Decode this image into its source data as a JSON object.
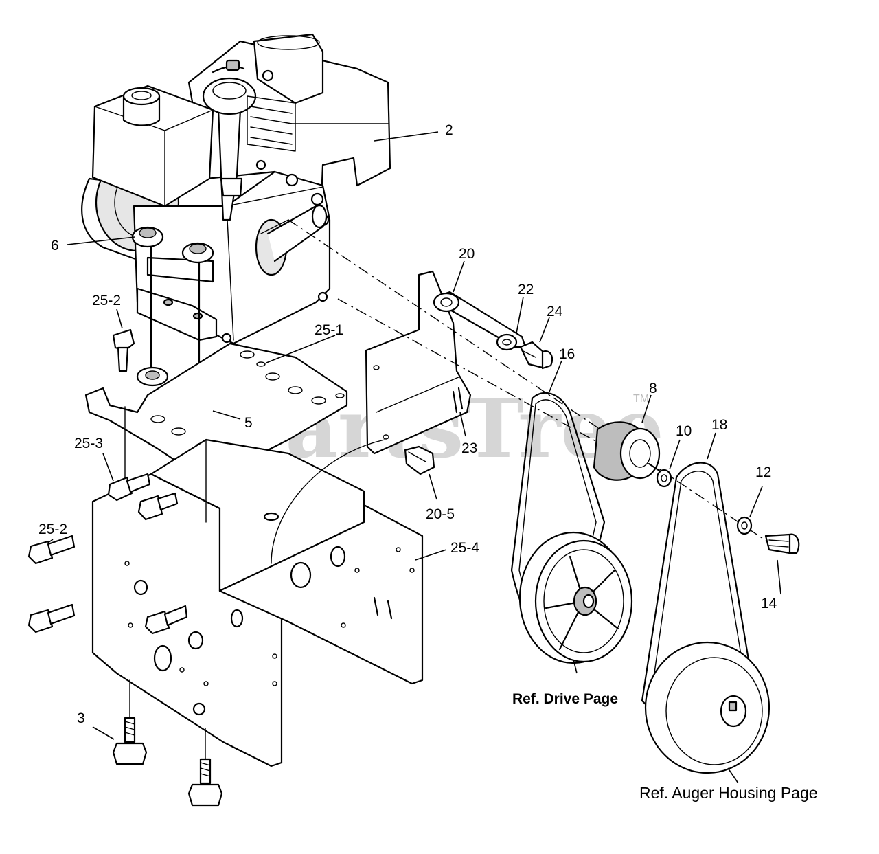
{
  "watermark": {
    "text": "PartsTree",
    "trademark": "TM"
  },
  "callouts": {
    "c2": "2",
    "c6": "6",
    "c20": "20",
    "c22": "22",
    "c24": "24",
    "c16": "16",
    "c25_2a": "25-2",
    "c25_1": "25-1",
    "c8": "8",
    "c5": "5",
    "c23": "23",
    "c10": "10",
    "c18": "18",
    "c25_3": "25-3",
    "c12": "12",
    "c20_5": "20-5",
    "c25_2b": "25-2",
    "c25_4": "25-4",
    "c14": "14",
    "c3": "3"
  },
  "references": {
    "drive": "Ref. Drive Page",
    "auger": "Ref. Auger Housing Page"
  }
}
